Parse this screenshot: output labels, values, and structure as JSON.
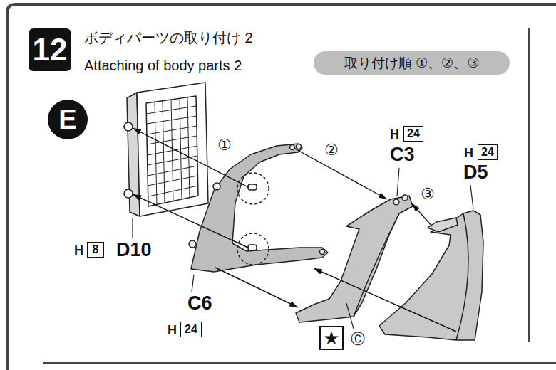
{
  "diagram": {
    "title": "ボディパーツの取り付け 2",
    "nodes": [
      {
        "text": [
          "12"
        ]
      },
      {
        "text": [
          "取り付け順 ①、②、③"
        ]
      },
      {
        "text": [
          "E"
        ]
      },
      {
        "text": [
          "D10"
        ]
      },
      {
        "text": [
          "C6"
        ]
      },
      {
        "text": [
          "C3"
        ]
      },
      {
        "text": [
          "D5"
        ]
      },
      {
        "text": [
          "8"
        ]
      },
      {
        "text": [
          "24"
        ]
      },
      {
        "text": [
          "24"
        ]
      },
      {
        "text": [
          "24"
        ]
      },
      {
        "text": [
          "★"
        ]
      }
    ],
    "edges": [
      {
        "from": 4,
        "to": 3,
        "arrow": "to"
      },
      {
        "from": 4,
        "to": 3,
        "arrow": "to"
      },
      {
        "from": 4,
        "to": 5,
        "arrow": "to"
      },
      {
        "from": 4,
        "to": 5,
        "arrow": "to"
      },
      {
        "from": 6,
        "to": 5,
        "arrow": "to"
      },
      {
        "from": 6,
        "to": 4,
        "arrow": "to"
      }
    ],
    "labels": [
      "Attaching of body parts 2",
      "H",
      "H",
      "H",
      "H",
      "①",
      "②",
      "③",
      "Ⓒ"
    ]
  }
}
